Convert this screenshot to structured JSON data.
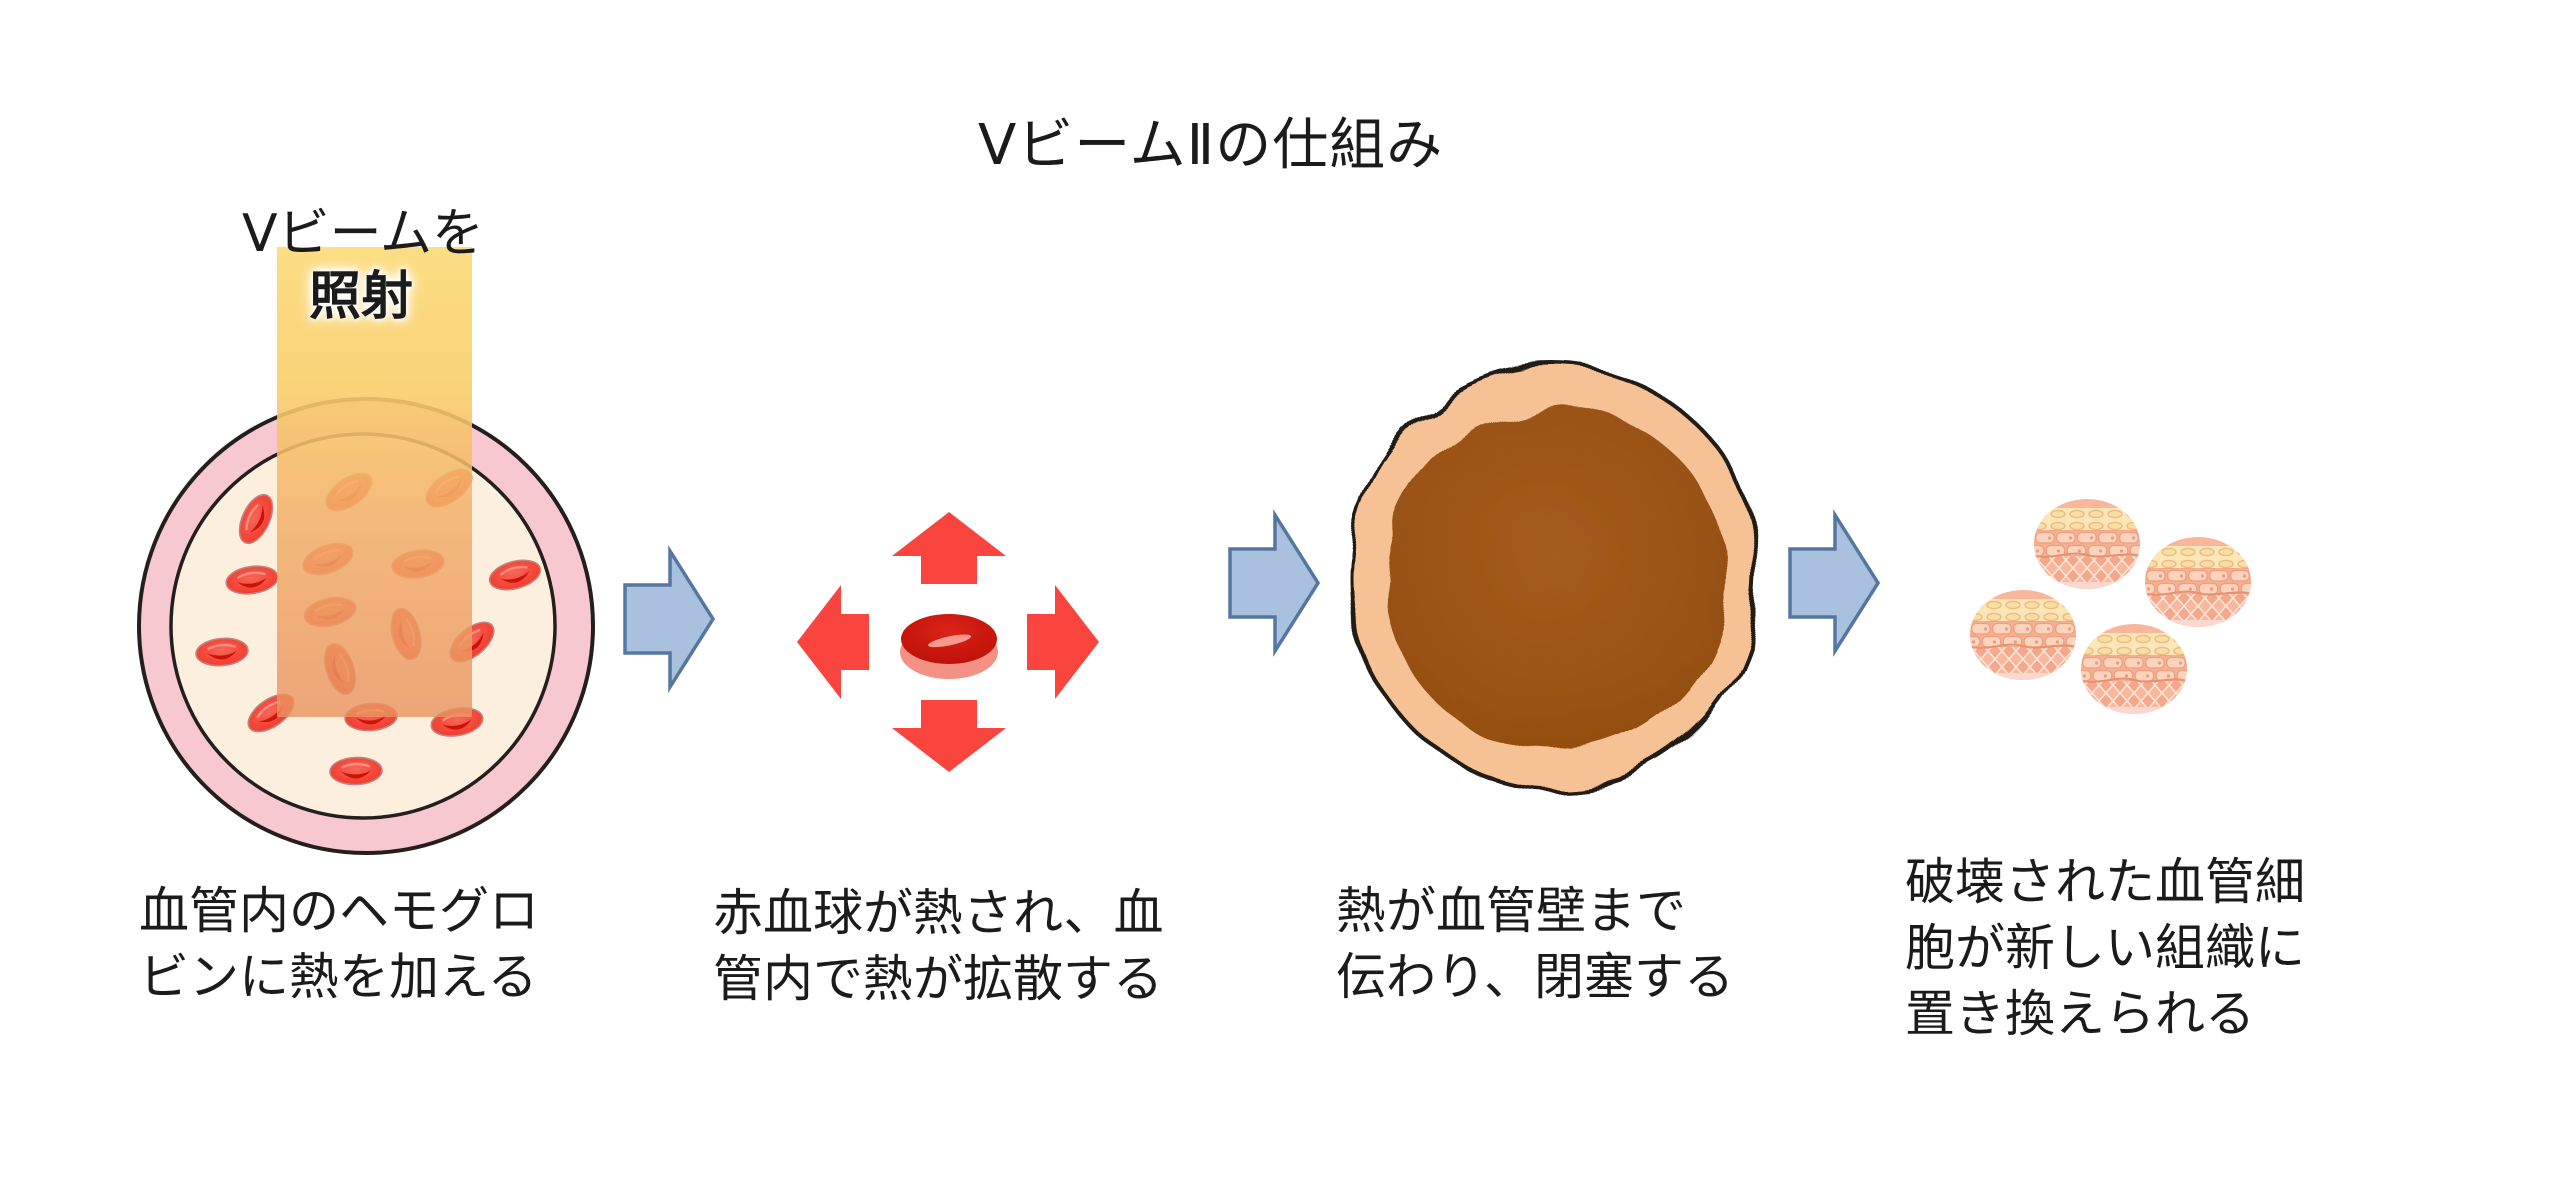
{
  "page": {
    "title": "VビームⅡの仕組み",
    "background_color": "#ffffff",
    "text_color": "#1b1b1b"
  },
  "beam": {
    "label_line1": "Vビームを",
    "label_line2": "照射",
    "color_top": "#FCDC7E",
    "color_bottom": "#E9935F"
  },
  "flow_arrows": {
    "count": 3,
    "fill_color": "#A9C0DE",
    "stroke_color": "#55779F",
    "direction": "right"
  },
  "stages": [
    {
      "name": "irradiation",
      "illustration": "blood-vessel-cross-section-with-laser-beam",
      "caption": "血管内のヘモグロ\nビンに熱を加える",
      "colors": {
        "vessel_wall": "#F8C8D0",
        "vessel_outline": "#241F1D",
        "lumen": "#FCEFDE",
        "red_blood_cell": "#F34538",
        "red_blood_cell_dark": "#CC130A"
      }
    },
    {
      "name": "heat-diffusion",
      "illustration": "red-blood-cell-with-four-heat-arrows",
      "caption": "赤血球が熱され、血\n管内で熱が拡散する",
      "colors": {
        "heat_arrow": "#FA453F",
        "cell_top": "#C9170D",
        "cell_rim": "#F49185"
      }
    },
    {
      "name": "occlusion",
      "illustration": "occluded-blood-vessel",
      "caption": "熱が血管壁まで\n伝わり、閉塞する",
      "colors": {
        "wall": "#F6C295",
        "outline": "#241C18",
        "clot": "#9A5212"
      }
    },
    {
      "name": "tissue-replacement",
      "illustration": "four-new-tissue-cells",
      "caption": "破壊された血管細\n胞が新しい組織に\n置き換えられる",
      "colors": {
        "cell_base": "#F7B49A",
        "top_band": "#FBE6B8",
        "cobble": "#FAD4BC",
        "lattice": "#F5A78C"
      }
    }
  ]
}
